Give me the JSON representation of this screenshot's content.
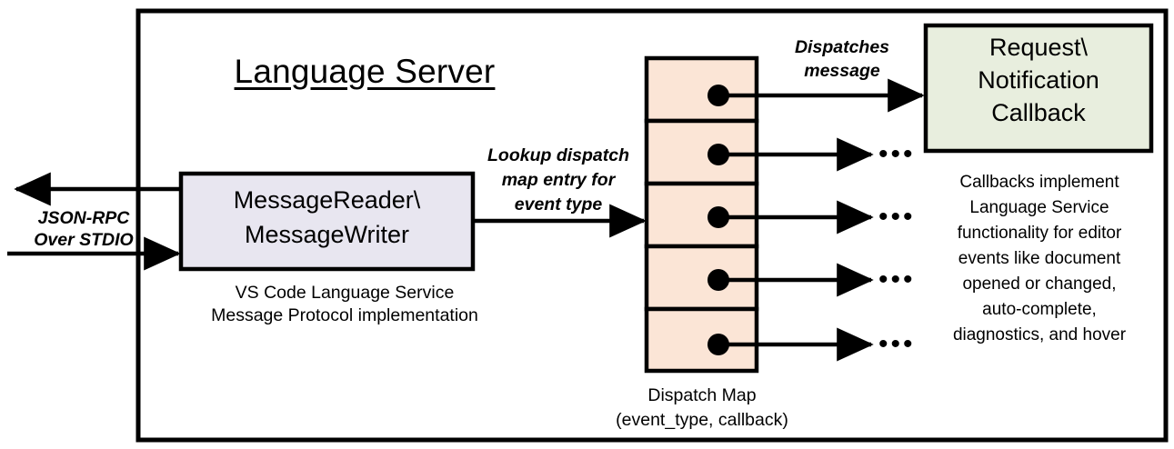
{
  "diagram": {
    "title": "Language Server",
    "outer_frame": {
      "name": "language-server-boundary"
    },
    "colors": {
      "message_box_fill": "#e8e6f0",
      "dispatch_cell_fill": "#fbe5d6",
      "callback_box_fill": "#e8eede",
      "stroke": "#000000",
      "background": "#ffffff"
    },
    "external_channel": {
      "label_line1": "JSON-RPC",
      "label_line2": "Over STDIO",
      "outbound_arrow": "arrow-out-to-client",
      "inbound_arrow": "arrow-in-from-client"
    },
    "message_box": {
      "line1": "MessageReader\\",
      "line2": "MessageWriter",
      "caption_line1": "VS Code Language Service",
      "caption_line2": "Message Protocol implementation"
    },
    "lookup_arrow": {
      "line1": "Lookup dispatch",
      "line2": "map entry for",
      "line3": "event type"
    },
    "dispatch_map": {
      "caption_line1": "Dispatch Map",
      "caption_line2": "(event_type, callback)",
      "rows": [
        {
          "id": "dispatch-row-1",
          "has_dot": true,
          "target": "callback-box"
        },
        {
          "id": "dispatch-row-2",
          "has_dot": true,
          "target": "ellipsis"
        },
        {
          "id": "dispatch-row-3",
          "has_dot": true,
          "target": "ellipsis"
        },
        {
          "id": "dispatch-row-4",
          "has_dot": true,
          "target": "ellipsis"
        },
        {
          "id": "dispatch-row-5",
          "has_dot": true,
          "target": "ellipsis"
        }
      ],
      "ellipsis_glyph": "•••"
    },
    "dispatch_arrow": {
      "line1": "Dispatches",
      "line2": "message"
    },
    "callback_box": {
      "line1": "Request\\",
      "line2": "Notification",
      "line3": "Callback"
    },
    "callback_description": [
      "Callbacks implement",
      "Language Service",
      "functionality for editor",
      "events like document",
      "opened or changed,",
      "auto-complete,",
      "diagnostics, and hover"
    ]
  }
}
